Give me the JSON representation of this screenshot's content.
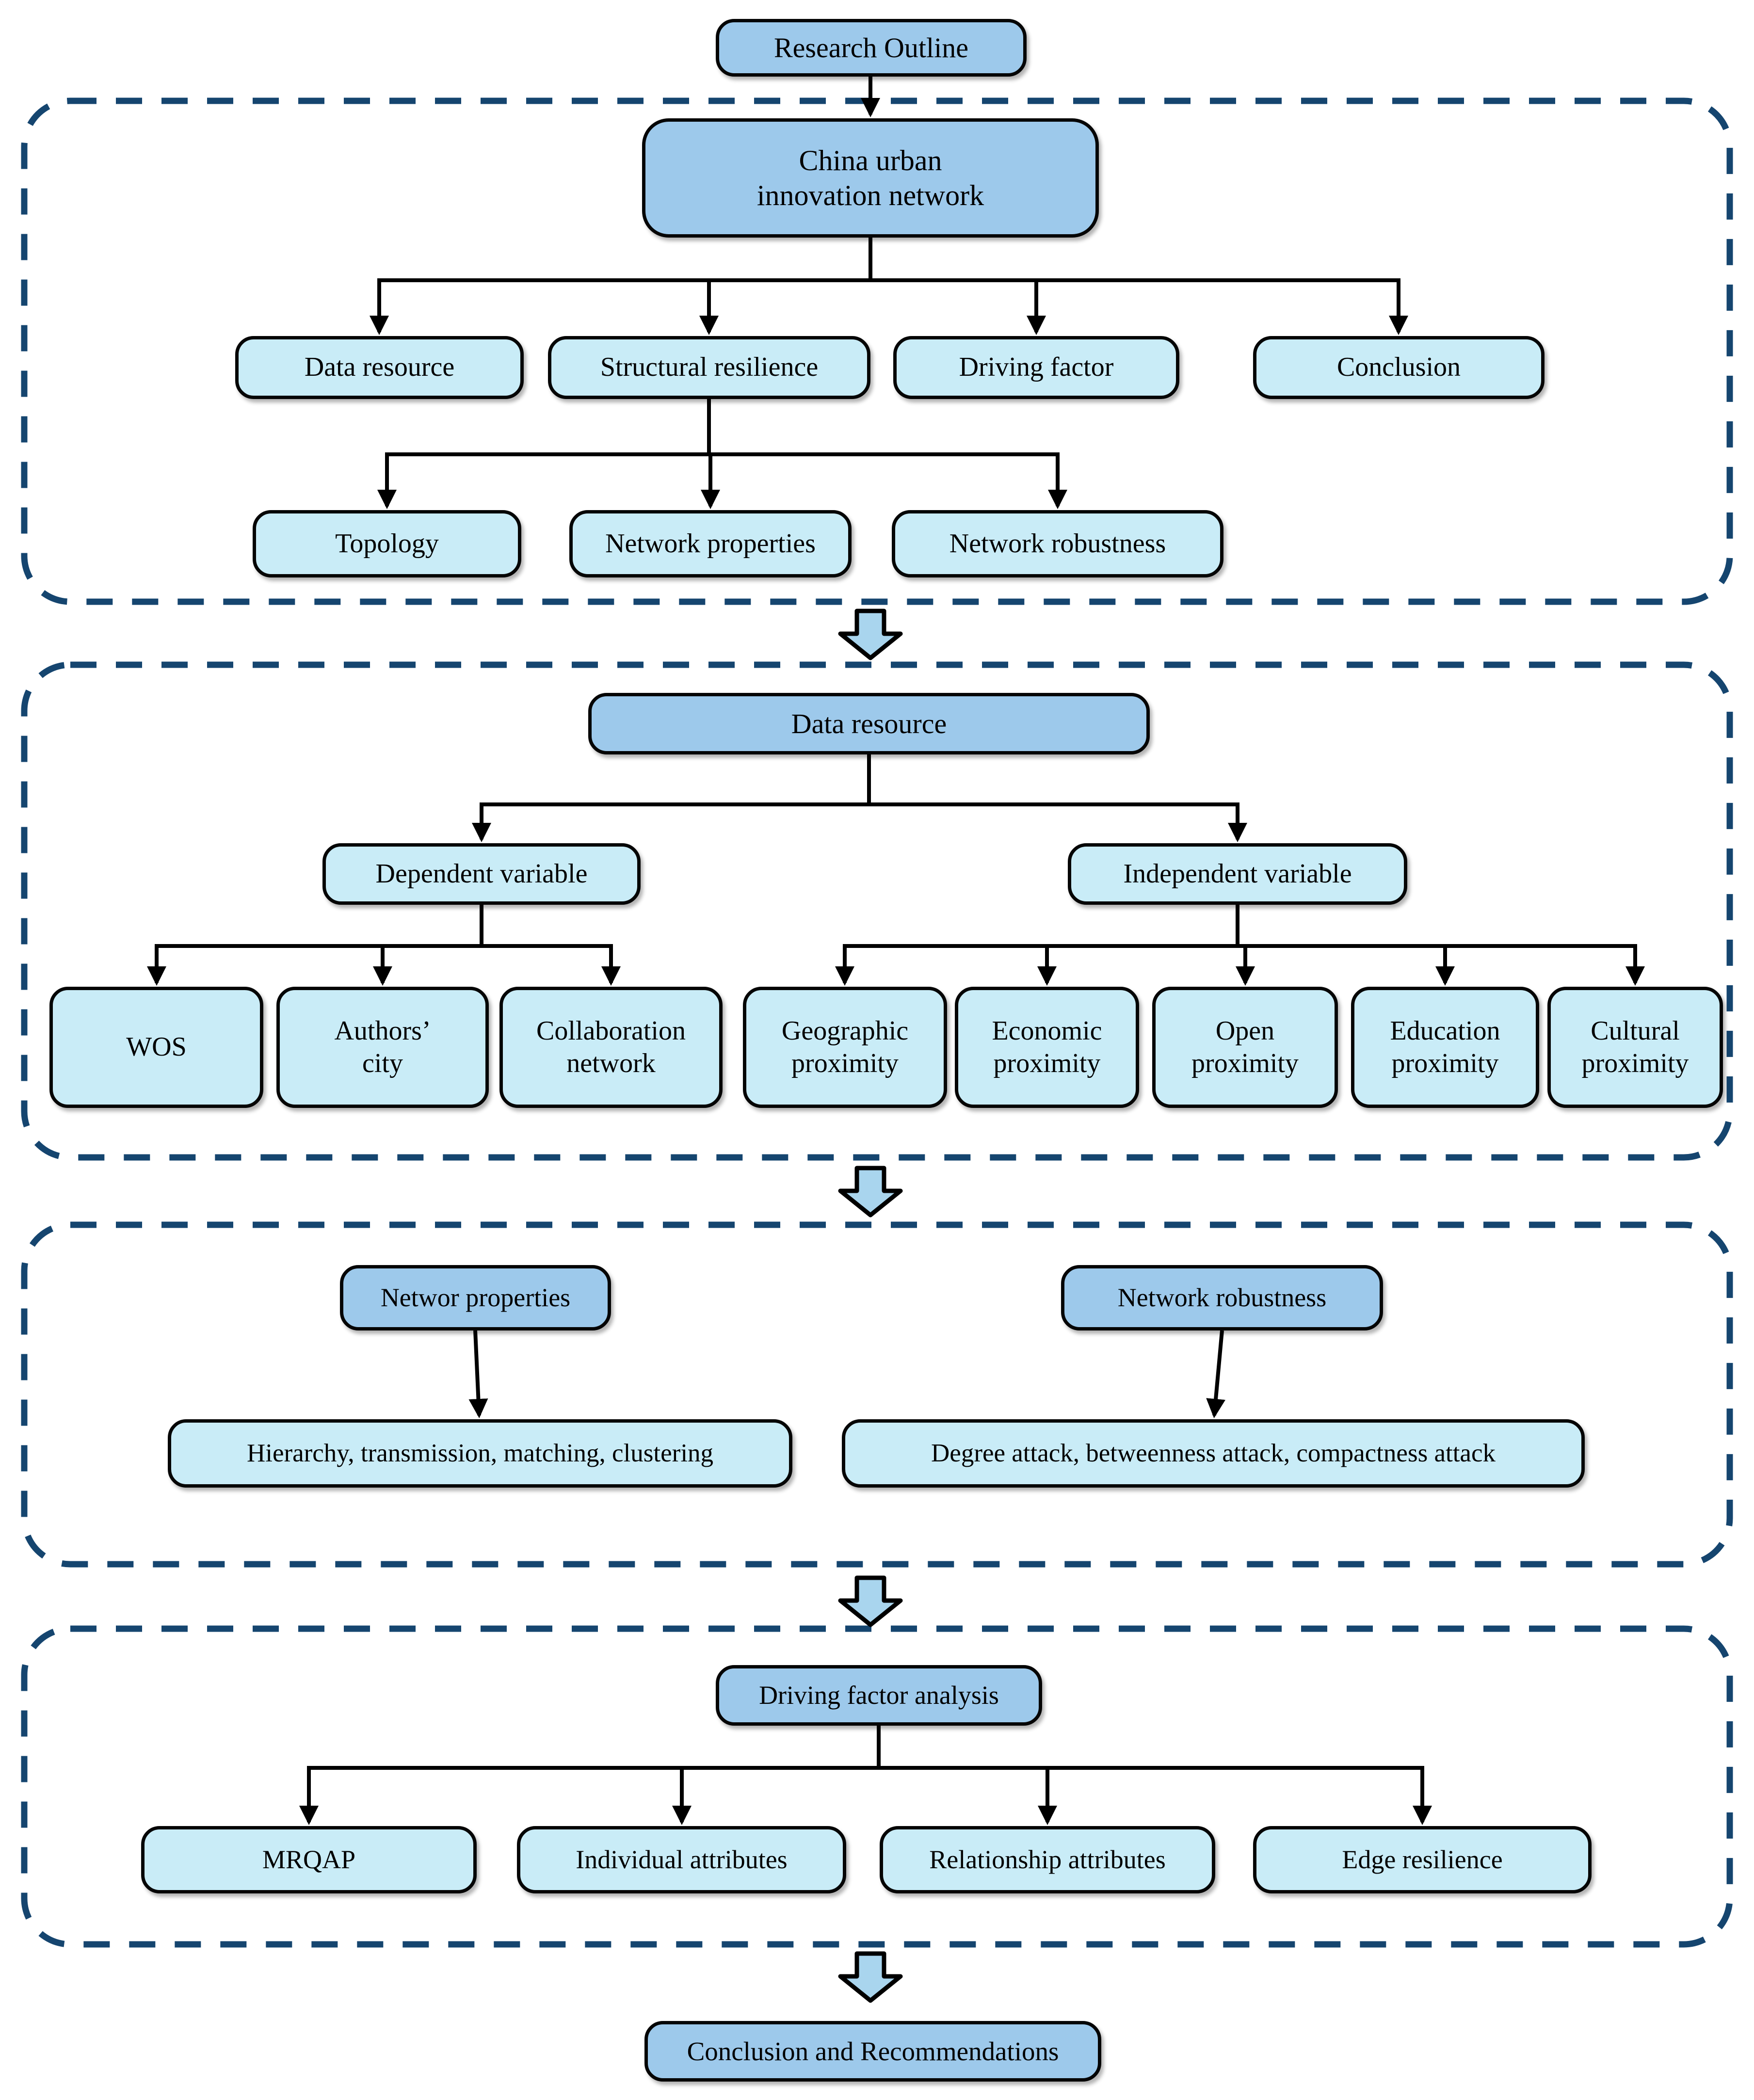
{
  "colors": {
    "header_fill": "#9dc9eb",
    "leaf_fill": "#c9ecf7",
    "section_border": "#15456f",
    "arrow_fill": "#a9d5ee",
    "connector": "#000000"
  },
  "nodes": {
    "research_outline": "Research Outline",
    "overview": {
      "root": "China urban\ninnovation network",
      "children": [
        "Data resource",
        "Structural resilience",
        "Driving factor",
        "Conclusion"
      ],
      "structural_children": [
        "Topology",
        "Network properties",
        "Network robustness"
      ]
    },
    "data_resource": {
      "root": "Data resource",
      "dependent": {
        "label": "Dependent variable",
        "children": [
          "WOS",
          "Authors’\ncity",
          "Collaboration\nnetwork"
        ]
      },
      "independent": {
        "label": "Independent variable",
        "children": [
          "Geographic\nproximity",
          "Economic\nproximity",
          "Open\nproximity",
          "Education\nproximity",
          "Cultural\nproximity"
        ]
      }
    },
    "analysis": {
      "network_properties": {
        "label": "Networ properties",
        "detail": "Hierarchy, transmission, matching, clustering"
      },
      "network_robustness": {
        "label": "Network robustness",
        "detail": "Degree attack, betweenness attack, compactness attack"
      }
    },
    "driving": {
      "root": "Driving factor analysis",
      "children": [
        "MRQAP",
        "Individual attributes",
        "Relationship attributes",
        "Edge resilience"
      ]
    },
    "conclusion": "Conclusion and Recommendations"
  }
}
